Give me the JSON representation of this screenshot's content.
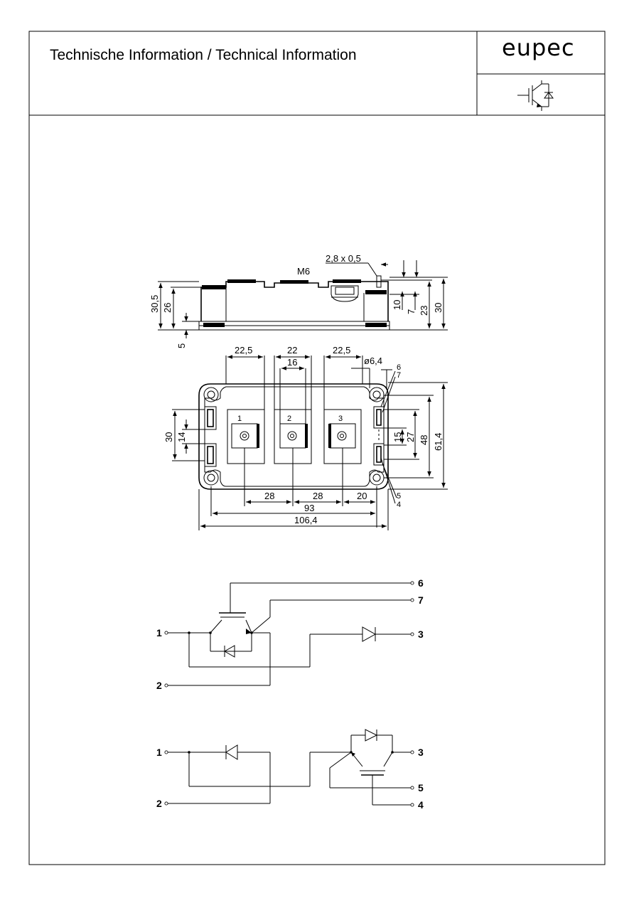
{
  "header": {
    "title": "Technische Information / Technical Information",
    "logo": "eupec"
  },
  "side_view": {
    "thread_label": "M6",
    "pin_label": "2,8 x 0,5",
    "dims_left": [
      "30,5",
      "26",
      "5"
    ],
    "dims_right": [
      "10",
      "7",
      "23",
      "30"
    ]
  },
  "top_view": {
    "dims_top": [
      "22,5",
      "22",
      "16",
      "22,5"
    ],
    "hole_label": "ø6,4",
    "terminal_labels": [
      "1",
      "2",
      "3"
    ],
    "aux_labels": [
      "6",
      "7",
      "5",
      "4"
    ],
    "dims_left": [
      "30",
      "14"
    ],
    "dims_right": [
      "15",
      "27",
      "48",
      "61,4"
    ],
    "dims_bottom": [
      "28",
      "28",
      "20",
      "93",
      "106,4"
    ]
  },
  "circuit_1": {
    "pins": [
      "6",
      "7",
      "1",
      "3",
      "2"
    ]
  },
  "circuit_2": {
    "pins": [
      "1",
      "3",
      "5",
      "2",
      "4"
    ]
  }
}
